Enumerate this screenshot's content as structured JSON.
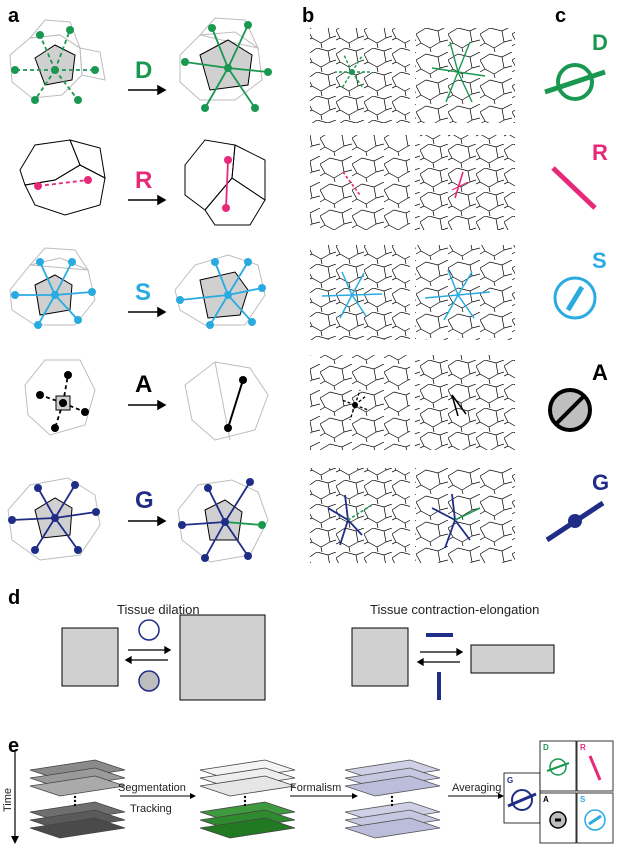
{
  "panels": {
    "a": "a",
    "b": "b",
    "c": "c",
    "d": "d",
    "e": "e"
  },
  "operators": [
    {
      "letter": "D",
      "color": "#1a9850"
    },
    {
      "letter": "R",
      "color": "#e7297a"
    },
    {
      "letter": "S",
      "color": "#29abe2"
    },
    {
      "letter": "A",
      "color": "#000000"
    },
    {
      "letter": "G",
      "color": "#1f2d86"
    }
  ],
  "panel_d": {
    "left_title": "Tissue dilation",
    "right_title": "Tissue contraction-elongation"
  },
  "panel_e": {
    "time_label": "Time",
    "step1_top": "Segmentation",
    "step1_bottom": "Tracking",
    "step2": "Formalism",
    "step3": "Averaging",
    "boxes": [
      "G",
      "D",
      "R",
      "A",
      "S"
    ]
  },
  "colors": {
    "dilation_green": "#1a9850",
    "rotation_pink": "#e7297a",
    "shear_blue": "#29abe2",
    "navy": "#1f2d86",
    "cell_gray": "#d0d0d0",
    "outline_gray": "#bdbdbd"
  }
}
